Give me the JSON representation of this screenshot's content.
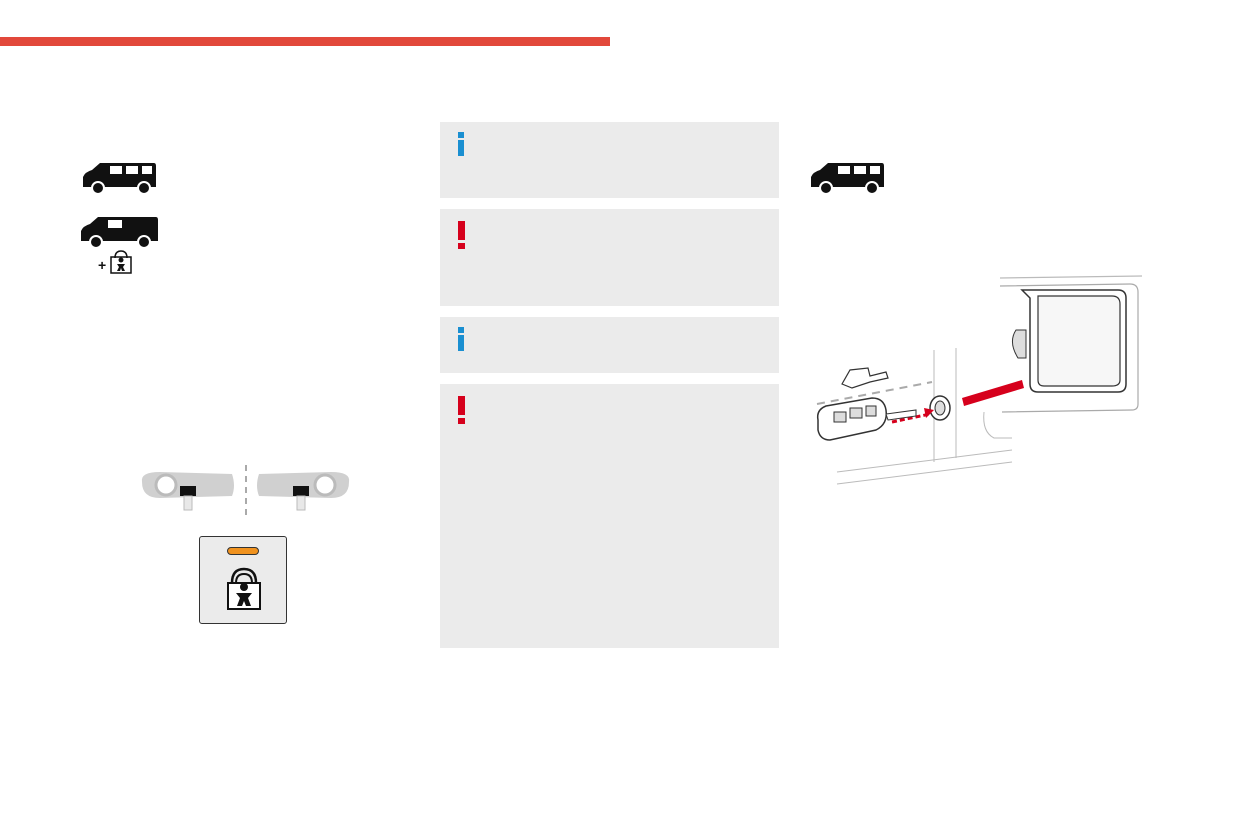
{
  "colors": {
    "accent_red": "#e2483b",
    "info_blue": "#1a8fd1",
    "warning_red": "#d6001c",
    "led_orange": "#f0921e",
    "note_bg": "#ebebeb"
  },
  "icons": {
    "left_column": [
      "van-side-windows-icon",
      "van-panel-icon",
      "child-lock-icon"
    ],
    "centre_column": [
      "info-icon",
      "warning-icon",
      "info-icon",
      "warning-icon"
    ],
    "right_column": [
      "van-side-windows-icon",
      "key-in-door-lock-illustration"
    ],
    "panel": [
      "steering-wheel-icon",
      "child-lock-button-icon"
    ]
  },
  "labels": {
    "plus": "+"
  },
  "notes": [
    {
      "type": "info"
    },
    {
      "type": "warning"
    },
    {
      "type": "info"
    },
    {
      "type": "warning"
    }
  ]
}
